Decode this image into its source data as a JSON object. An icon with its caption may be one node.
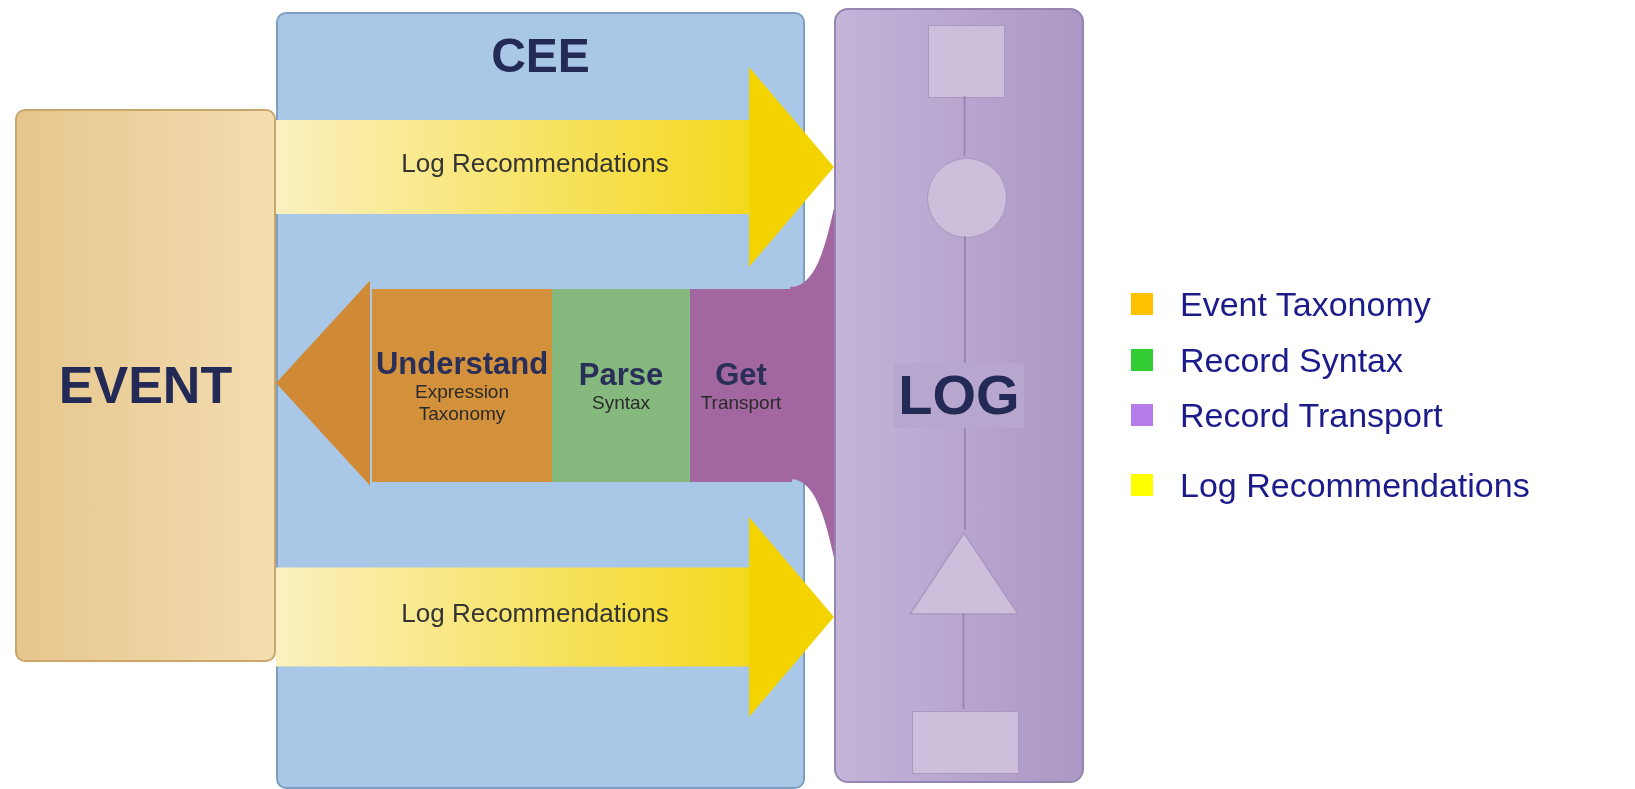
{
  "diagram": {
    "nodes": [
      {
        "text": [
          "EVENT"
        ]
      },
      {
        "text": [
          "CEE"
        ]
      },
      {
        "text": [
          "Understand",
          "Expression Taxonomy"
        ],
        "in": 1
      },
      {
        "text": [
          "Parse",
          "Syntax"
        ],
        "in": 1
      },
      {
        "text": [
          "Get",
          "Transport"
        ],
        "in": 1
      },
      {
        "text": [
          "LOG"
        ]
      },
      {
        "text": [],
        "shape": "box",
        "in": 5
      },
      {
        "text": [],
        "shape": "circle",
        "in": 5
      },
      {
        "text": [],
        "shape": "triangle",
        "in": 5
      },
      {
        "text": [],
        "shape": "box",
        "in": 5
      }
    ],
    "edges": [
      {
        "from": 0,
        "to": 5,
        "arrow": "to",
        "label": "Log Recommendations",
        "style": "thick",
        "color": "#f3d400"
      },
      {
        "from": 0,
        "to": 5,
        "arrow": "to",
        "label": "Log Recommendations",
        "style": "thick",
        "color": "#f3d400"
      },
      {
        "from": 2,
        "to": 0,
        "arrow": "to",
        "color": "#d08a35"
      },
      {
        "from": 5,
        "to": 4,
        "arrow": "none",
        "style": "thick",
        "color": "#a266a0"
      },
      {
        "from": 6,
        "to": 7,
        "arrow": "none"
      },
      {
        "from": 7,
        "to": 8,
        "arrow": "none"
      },
      {
        "from": 8,
        "to": 9,
        "arrow": "none"
      }
    ],
    "legend": [
      {
        "text": "Event Taxonomy",
        "color": "#ffc000"
      },
      {
        "text": "Record Syntax",
        "color": "#33cc33"
      },
      {
        "text": "Record Transport",
        "color": "#b57be8"
      },
      {
        "text": "Log Recommendations",
        "color": "#ffff00"
      }
    ]
  }
}
